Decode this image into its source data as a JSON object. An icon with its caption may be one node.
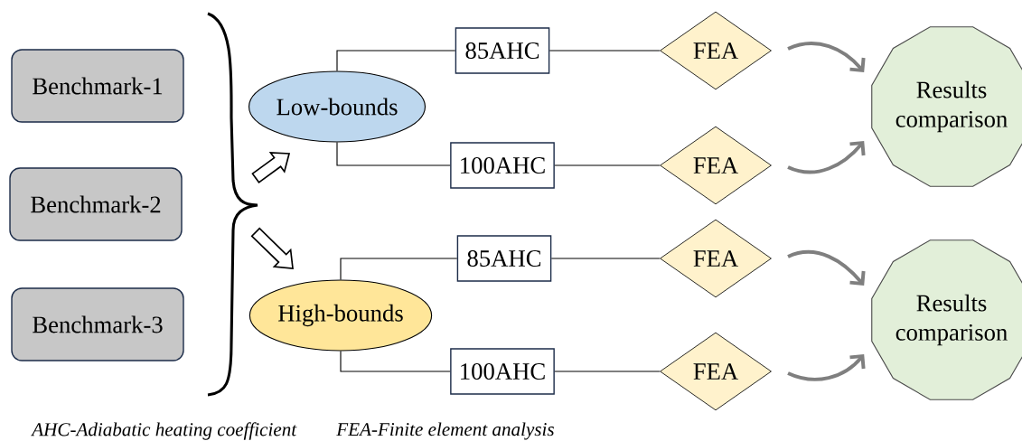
{
  "diagram": {
    "nodes": [
      {
        "text": [
          "Benchmark-1"
        ]
      },
      {
        "text": [
          "Benchmark-2"
        ]
      },
      {
        "text": [
          "Benchmark-3"
        ]
      },
      {
        "text": [
          "Low-bounds"
        ]
      },
      {
        "text": [
          "High-bounds"
        ]
      },
      {
        "text": [
          "85AHC"
        ]
      },
      {
        "text": [
          "100AHC"
        ]
      },
      {
        "text": [
          "85AHC"
        ]
      },
      {
        "text": [
          "100AHC"
        ]
      },
      {
        "text": [
          "FEA"
        ]
      },
      {
        "text": [
          "FEA"
        ]
      },
      {
        "text": [
          "FEA"
        ]
      },
      {
        "text": [
          "FEA"
        ]
      },
      {
        "text": [
          "Results comparison"
        ]
      },
      {
        "text": [
          "Results comparison"
        ]
      }
    ],
    "edges": [
      {
        "from": null,
        "to": 3,
        "arrow": "to"
      },
      {
        "from": null,
        "to": 4,
        "arrow": "to"
      },
      {
        "from": 3,
        "to": 5,
        "arrow": "none"
      },
      {
        "from": 3,
        "to": 6,
        "arrow": "none"
      },
      {
        "from": 4,
        "to": 7,
        "arrow": "none"
      },
      {
        "from": 4,
        "to": 8,
        "arrow": "none"
      },
      {
        "from": 5,
        "to": 9,
        "arrow": "none"
      },
      {
        "from": 6,
        "to": 10,
        "arrow": "none"
      },
      {
        "from": 7,
        "to": 11,
        "arrow": "none"
      },
      {
        "from": 8,
        "to": 12,
        "arrow": "none"
      },
      {
        "from": 9,
        "to": 13,
        "arrow": "to",
        "style": "thick",
        "color": "#7f7f7f"
      },
      {
        "from": 10,
        "to": 13,
        "arrow": "to",
        "style": "thick",
        "color": "#7f7f7f"
      },
      {
        "from": 11,
        "to": 14,
        "arrow": "to",
        "style": "thick",
        "color": "#7f7f7f"
      },
      {
        "from": 12,
        "to": 14,
        "arrow": "to",
        "style": "thick",
        "color": "#7f7f7f"
      }
    ],
    "labels": [
      "AHC-Adiabatic heating coefficient",
      "FEA-Finite element analysis"
    ]
  }
}
